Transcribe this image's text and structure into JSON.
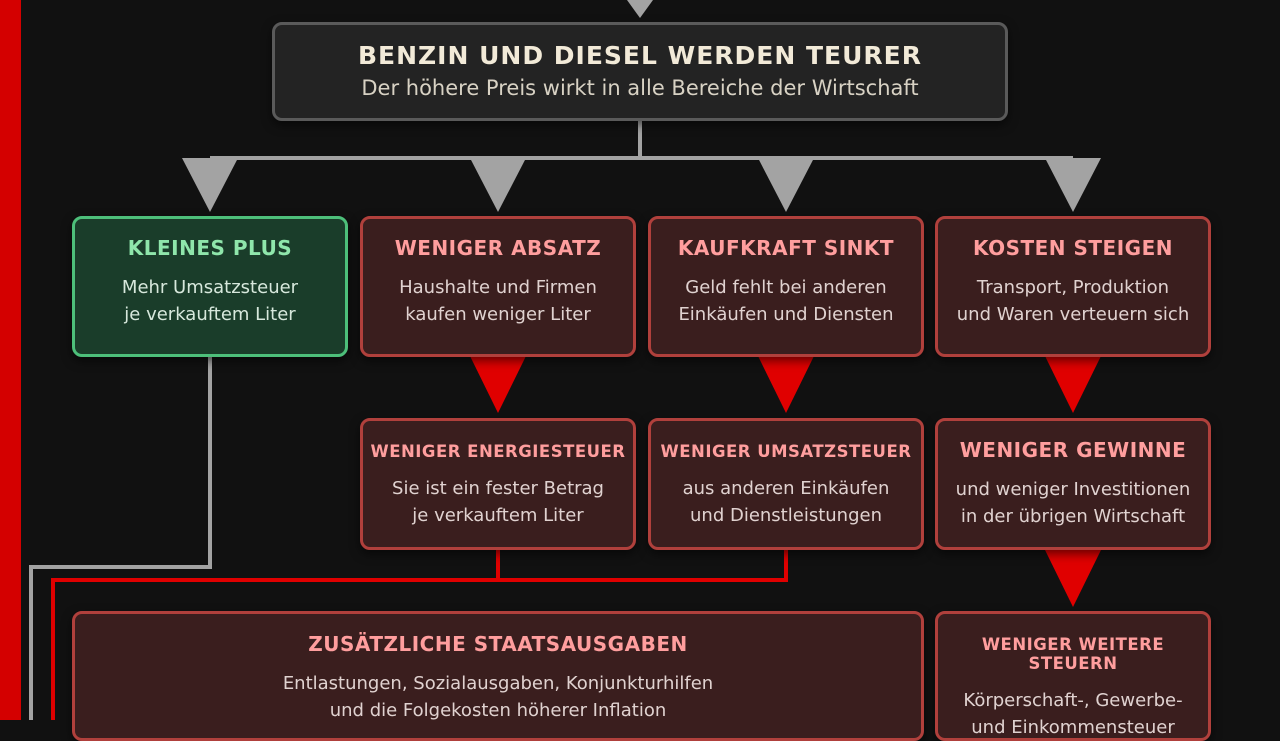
{
  "top": {
    "title": "BENZIN UND DIESEL WERDEN TEURER",
    "subtitle": "Der höhere Preis wirkt in alle Bereiche der Wirtschaft"
  },
  "row1": [
    {
      "title": "KLEINES PLUS",
      "text": "Mehr Umsatzsteuer\nje verkauftem Liter",
      "tone": "positive"
    },
    {
      "title": "WENIGER ABSATZ",
      "text": "Haushalte und Firmen\nkaufen weniger Liter",
      "tone": "negative"
    },
    {
      "title": "KAUFKRAFT SINKT",
      "text": "Geld fehlt bei anderen\nEinkäufen und Diensten",
      "tone": "negative"
    },
    {
      "title": "KOSTEN STEIGEN",
      "text": "Transport, Produktion\nund Waren verteuern sich",
      "tone": "negative"
    }
  ],
  "row2": [
    {
      "title": "WENIGER ENERGIESTEUER",
      "text": "Sie ist ein fester Betrag\nje verkauftem Liter"
    },
    {
      "title": "WENIGER UMSATZSTEUER",
      "text": "aus anderen Einkäufen\nund Dienstleistungen"
    },
    {
      "title": "WENIGER GEWINNE",
      "text": "und weniger Investitionen\nin der übrigen Wirtschaft"
    }
  ],
  "row3": {
    "spending": {
      "title": "ZUSÄTZLICHE STAATSAUSGABEN",
      "text": "Entlastungen, Sozialausgaben, Konjunkturhilfen\nund die Folgekosten höherer Inflation"
    },
    "taxes": {
      "title": "WENIGER WEITERE STEUERN",
      "text": "Körperschaft-, Gewerbe-\nund Einkommensteuer"
    }
  },
  "colors": {
    "background": "#111111",
    "positive": "#4dbf7a",
    "negative": "#b0403c",
    "neutral_arrow": "#a3a3a3",
    "negative_arrow": "#e00000",
    "side_bar": "#d40000"
  }
}
